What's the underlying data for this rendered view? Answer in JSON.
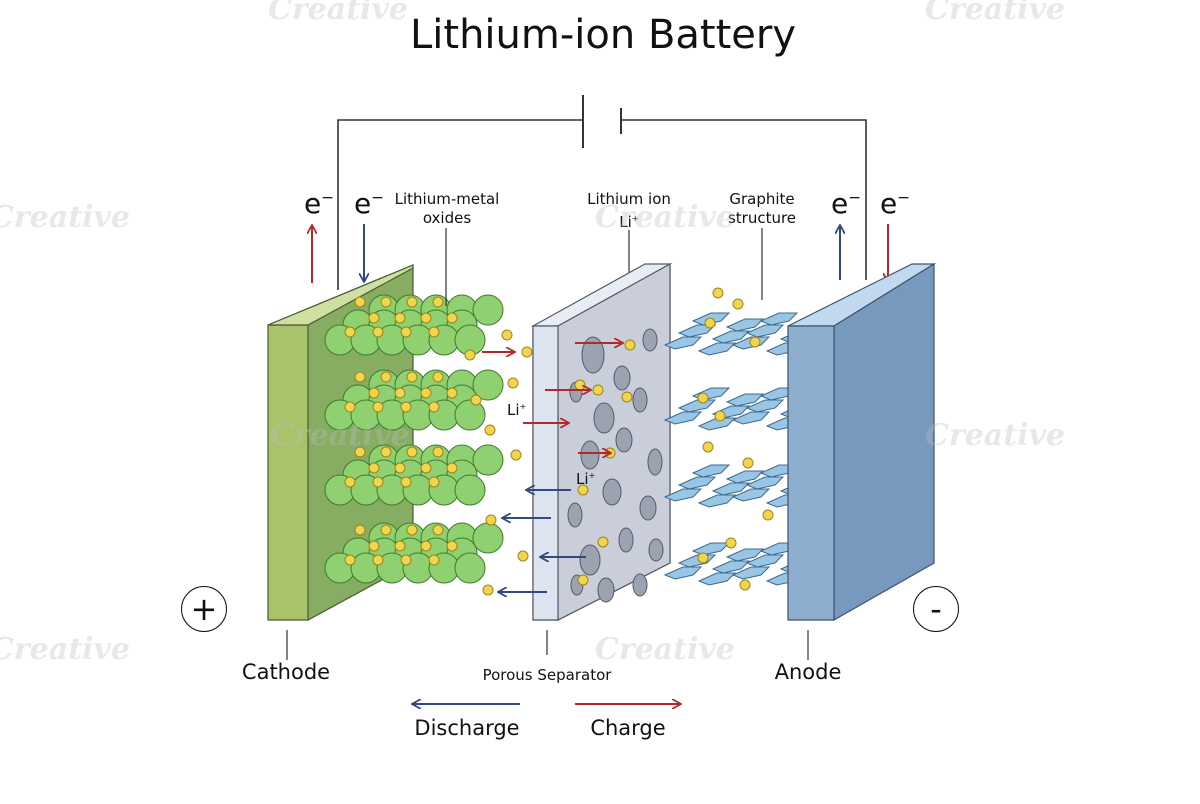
{
  "title": "Lithium-ion Battery",
  "labels": {
    "lithium_metal_oxides_1": "Lithium-metal",
    "lithium_metal_oxides_2": "oxides",
    "lithium_ion_1": "Lithium ion",
    "lithium_ion_2": "Li",
    "graphite_1": "Graphite",
    "graphite_2": "structure",
    "li": "Li",
    "plus_sup": "+",
    "electron": "e",
    "minus_sup": "−",
    "cathode": "Cathode",
    "porous_separator": "Porous Separator",
    "anode": "Anode",
    "discharge": "Discharge",
    "charge": "Charge",
    "plus_terminal": "+",
    "minus_terminal": "-"
  },
  "watermark": "Creative",
  "colors": {
    "cathode_front": "#a8c36a",
    "cathode_side": "#86ad62",
    "cathode_top": "#cfe0a0",
    "separator_front": "#dde4ef",
    "separator_side": "#c9ceda",
    "anode_front": "#8eaed0",
    "anode_side": "#7699bd",
    "anode_top": "#c2d8ee",
    "sphere": "#8fd170",
    "ion": "#f2d54a",
    "graphite": "#9ac6e6",
    "charge_arrow": "#b02a2a",
    "discharge_arrow": "#2f4a80"
  }
}
